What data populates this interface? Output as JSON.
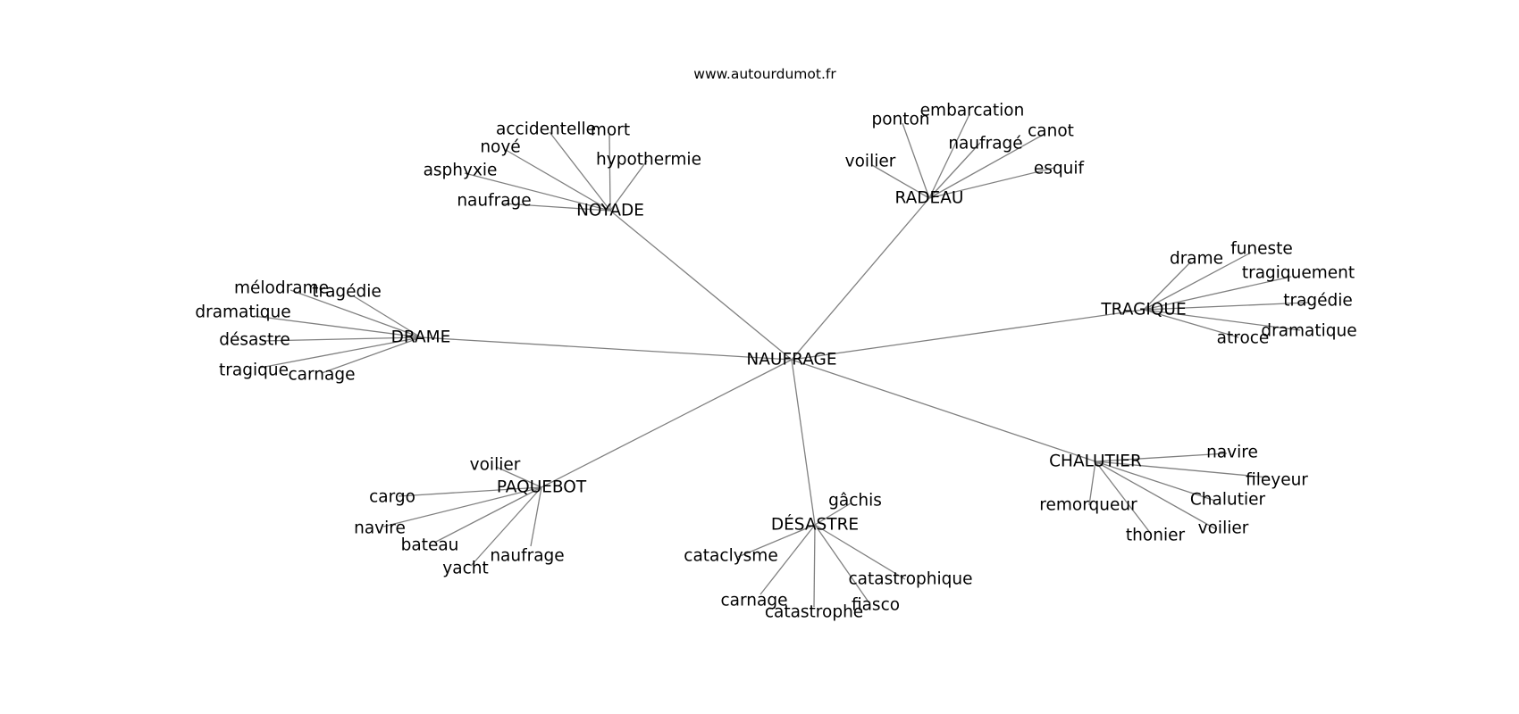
{
  "source": "www.autourdumot.fr",
  "graph": {
    "center": "NAUFRAGE",
    "clusters": [
      {
        "hub": "NOYADE",
        "words": [
          "accidentelle",
          "mort",
          "noyé",
          "hypothermie",
          "asphyxie",
          "naufrage"
        ]
      },
      {
        "hub": "RADEAU",
        "words": [
          "embarcation",
          "ponton",
          "naufragé",
          "canot",
          "voilier",
          "esquif"
        ]
      },
      {
        "hub": "TRAGIQUE",
        "words": [
          "drame",
          "funeste",
          "tragiquement",
          "tragédie",
          "dramatique",
          "atroce"
        ]
      },
      {
        "hub": "DRAME",
        "words": [
          "mélodrame",
          "tragédie",
          "dramatique",
          "désastre",
          "tragique",
          "carnage"
        ]
      },
      {
        "hub": "PAQUEBOT",
        "words": [
          "voilier",
          "cargo",
          "navire",
          "bateau",
          "naufrage",
          "yacht"
        ]
      },
      {
        "hub": "DÉSASTRE",
        "words": [
          "gâchis",
          "cataclysme",
          "catastrophique",
          "carnage",
          "fiasco",
          "catastrophe"
        ]
      },
      {
        "hub": "CHALUTIER",
        "words": [
          "navire",
          "fileyeur",
          "Chalutier",
          "remorqueur",
          "voilier",
          "thonier"
        ]
      }
    ]
  }
}
